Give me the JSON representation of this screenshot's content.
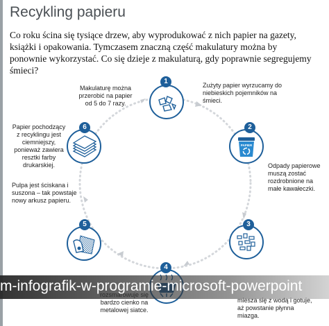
{
  "slide": {
    "title": "Recykling papieru",
    "intro": "Co roku ścina się tysiące drzew, aby wyprodukować z nich papier na gazety, książki i opakowania. Tymczasem znaczną część makulatury można by ponownie wykorzystać. Co się dzieje z makulaturą, gdy poprawnie segregujemy śmieci?",
    "accent_color": "#1e5f9a"
  },
  "steps": [
    {
      "number": "1",
      "icon": "paper-scraps-icon",
      "text": "Zużyty papier wyrzucamy do niebieskich pojemników na śmieci."
    },
    {
      "number": "2",
      "icon": "recycle-bin-icon",
      "bin_label": "PAPIER",
      "text": "Odpady papierowe muszą zostać rozdrobnione na małe kawałeczki."
    },
    {
      "number": "3",
      "icon": "shredded-paper-icon",
      "text": "miesza się z wodą i gotuje, aż powstanie płynna miazga."
    },
    {
      "number": "4",
      "icon": "boiling-pot-icon",
      "text": "rozsmarowuje się bardzo cienko na metalowej siatce."
    },
    {
      "number": "5",
      "icon": "mesh-press-icon",
      "text": "Pulpa jest ściskana i suszona – tak powstaje nowy arkusz papieru."
    },
    {
      "number": "6",
      "icon": "paper-stack-icon",
      "text": "Papier pochodzący z recyklingu jest ciemniejszy, ponieważ zawiera resztki farby drukarskiej."
    }
  ],
  "cycle_note": "Makulaturę można przerobić na papier od 5 do 7 razy.",
  "caption": "m-infografik-w-programie-microsoft-powerpoint"
}
